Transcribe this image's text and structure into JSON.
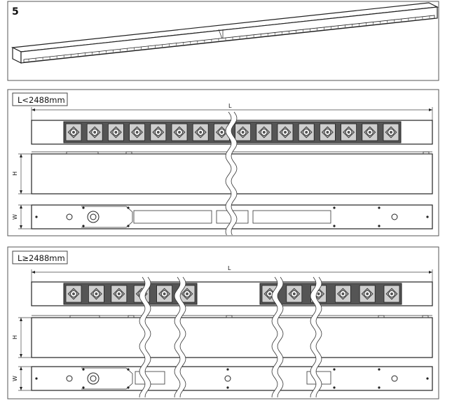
{
  "figure": {
    "number": "5",
    "colors": {
      "line": "#222222",
      "module": "#6e6e6e",
      "lens": "#cfcfcf"
    }
  },
  "panel_short": {
    "label": "L<2488mm",
    "dim_length": "L",
    "dim_height": "H",
    "dim_width": "W",
    "led_count": 16
  },
  "panel_long": {
    "label": "L≥2488mm",
    "dim_length": "L",
    "dim_height": "H",
    "dim_width": "W",
    "led_count_left": 6,
    "led_count_right": 6
  }
}
